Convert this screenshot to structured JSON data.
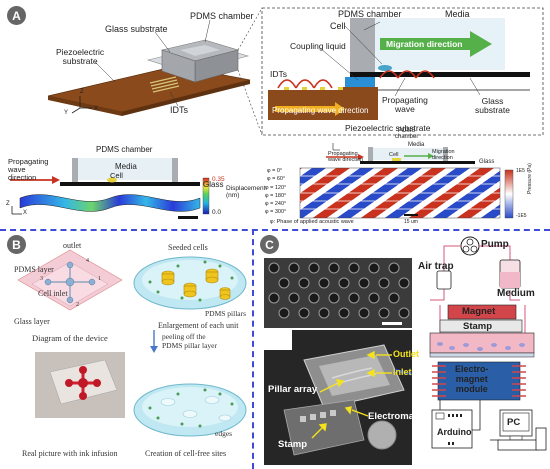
{
  "panel_a": {
    "badge": "A",
    "device": {
      "pdms_chamber": "PDMS chamber",
      "glass_substrate": "Glass substrate",
      "piezo_substrate": "Piezoelectric\nsubstrate",
      "idts": "IDTs",
      "axis_z": "Z",
      "axis_y": "Y",
      "axis_x": "X"
    },
    "zoom": {
      "pdms_chamber": "PDMS chamber",
      "media": "Media",
      "cell": "Cell",
      "migration": "Migration direction",
      "coupling": "Coupling liquid",
      "idts": "IDTs",
      "propagating_wave": "Propagating\nwave",
      "glass_substrate": "Glass\nsubstrate",
      "wave_direction": "Propagating wave direction",
      "piezo_substrate": "Piezoelectric substrate"
    },
    "sim": {
      "pdms_chamber": "PDMS chamber",
      "media": "Media",
      "propagating": "Propagating\nwave\ndirection",
      "cell": "Cell",
      "glass": "Glass",
      "colorbar_max": "0.35",
      "colorbar_min": "0.0",
      "colorbar_label": "Displacement\n(nm)",
      "axis_z": "Z",
      "axis_x": "X"
    },
    "phase": {
      "pdms_chamber": "PDMS\nchamber",
      "media": "Media",
      "propagating": "Propagating\nwave direction",
      "cell": "Cell",
      "migration": "Migration\ndirection",
      "glass": "Glass",
      "rows": [
        "φ = 0°",
        "φ = 60°",
        "φ = 120°",
        "φ = 180°",
        "φ = 240°",
        "φ = 300°"
      ],
      "caption": "φ: Phase of applied acoustic wave",
      "scale": "15 um",
      "cb_top": "1E5",
      "cb_bottom": "-1E5",
      "cb_label": "Pressure (Pa)"
    }
  },
  "panel_b": {
    "badge": "B",
    "outlet": "outlet",
    "pdms_layer": "PDMS layer",
    "cell_inlet": "Cell inlet",
    "glass_layer": "Glass layer",
    "port_numbers": [
      "4",
      "1",
      "2",
      "3"
    ],
    "diagram_caption": "Diagram of the device",
    "seeded_cells": "Seeded cells",
    "pdms_pillars": "PDMS pillars",
    "enlargement": "Enlargement of each unit",
    "peeling": "peeling off the\nPDMS pillar layer",
    "edges": "edges",
    "real_picture": "Real picture with ink infusion",
    "creation": "Creation of cell-free sites"
  },
  "panel_c": {
    "badge": "C",
    "outlet": "Outlet",
    "inlet": "Inlet",
    "pillar_array": "Pillar array",
    "electromagnet": "Electromagnet",
    "stamp_photo": "Stamp",
    "pump": "Pump",
    "air_trap": "Air trap",
    "medium": "Medium",
    "magnet": "Magnet",
    "stamp": "Stamp",
    "electro_magnet": "Electro-\nmagnet\nmodule",
    "arduino": "Arduino",
    "pc": "PC"
  },
  "colors": {
    "divider": "#3d4bd6",
    "badge": "#666666",
    "migration_arrow": "#55b04a",
    "wave_red": "#c8321e",
    "piezo_brown": "#8a4a1c",
    "magnet_red": "#d2464b",
    "electromagnet_blue": "#2a5fa8",
    "pink_chip": "#f2b8c6"
  }
}
